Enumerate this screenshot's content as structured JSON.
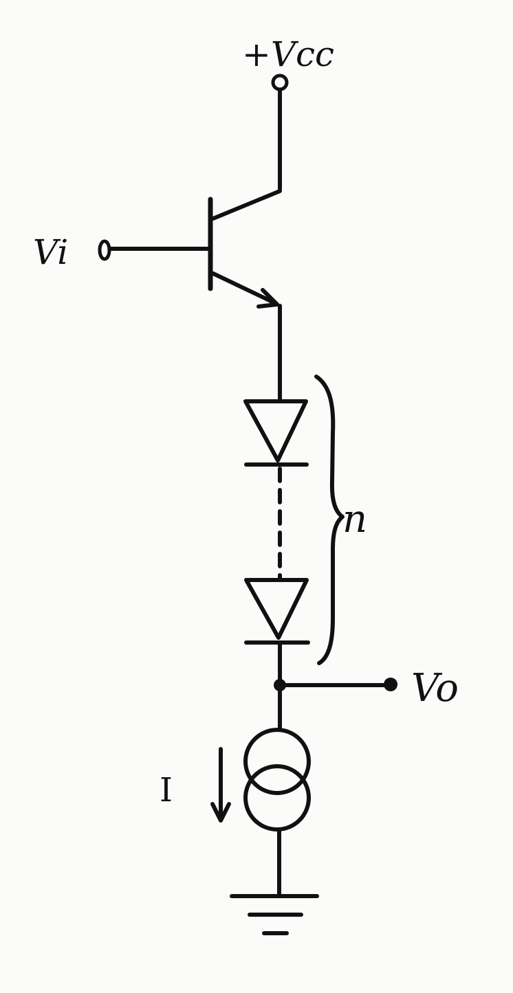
{
  "diagram": {
    "labels": {
      "supply": "+Vcc",
      "input": "Vi",
      "output": "Vo",
      "diode_count": "n",
      "current": "I"
    },
    "colors": {
      "ink": "#111111",
      "paper": "#fbfbfa"
    }
  }
}
